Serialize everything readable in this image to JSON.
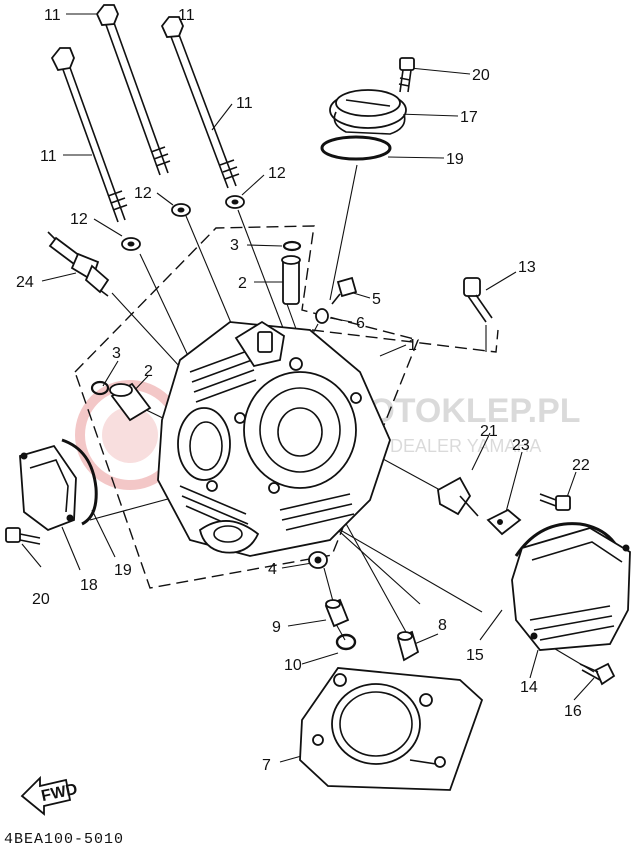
{
  "callouts": [
    "11",
    "11",
    "11",
    "11",
    "20",
    "17",
    "19",
    "12",
    "12",
    "12",
    "3",
    "2",
    "5",
    "6",
    "13",
    "1",
    "24",
    "3",
    "2",
    "21",
    "23",
    "22",
    "19",
    "20",
    "18",
    "4",
    "9",
    "10",
    "8",
    "15",
    "14",
    "16",
    "7"
  ],
  "diagram_code": "4BEA100-5010",
  "fwd_label": "FWD",
  "watermark": {
    "brand": "MOTOKLEP.PL",
    "tagline": "DEALER YAMAHA",
    "color": "#d02020"
  }
}
